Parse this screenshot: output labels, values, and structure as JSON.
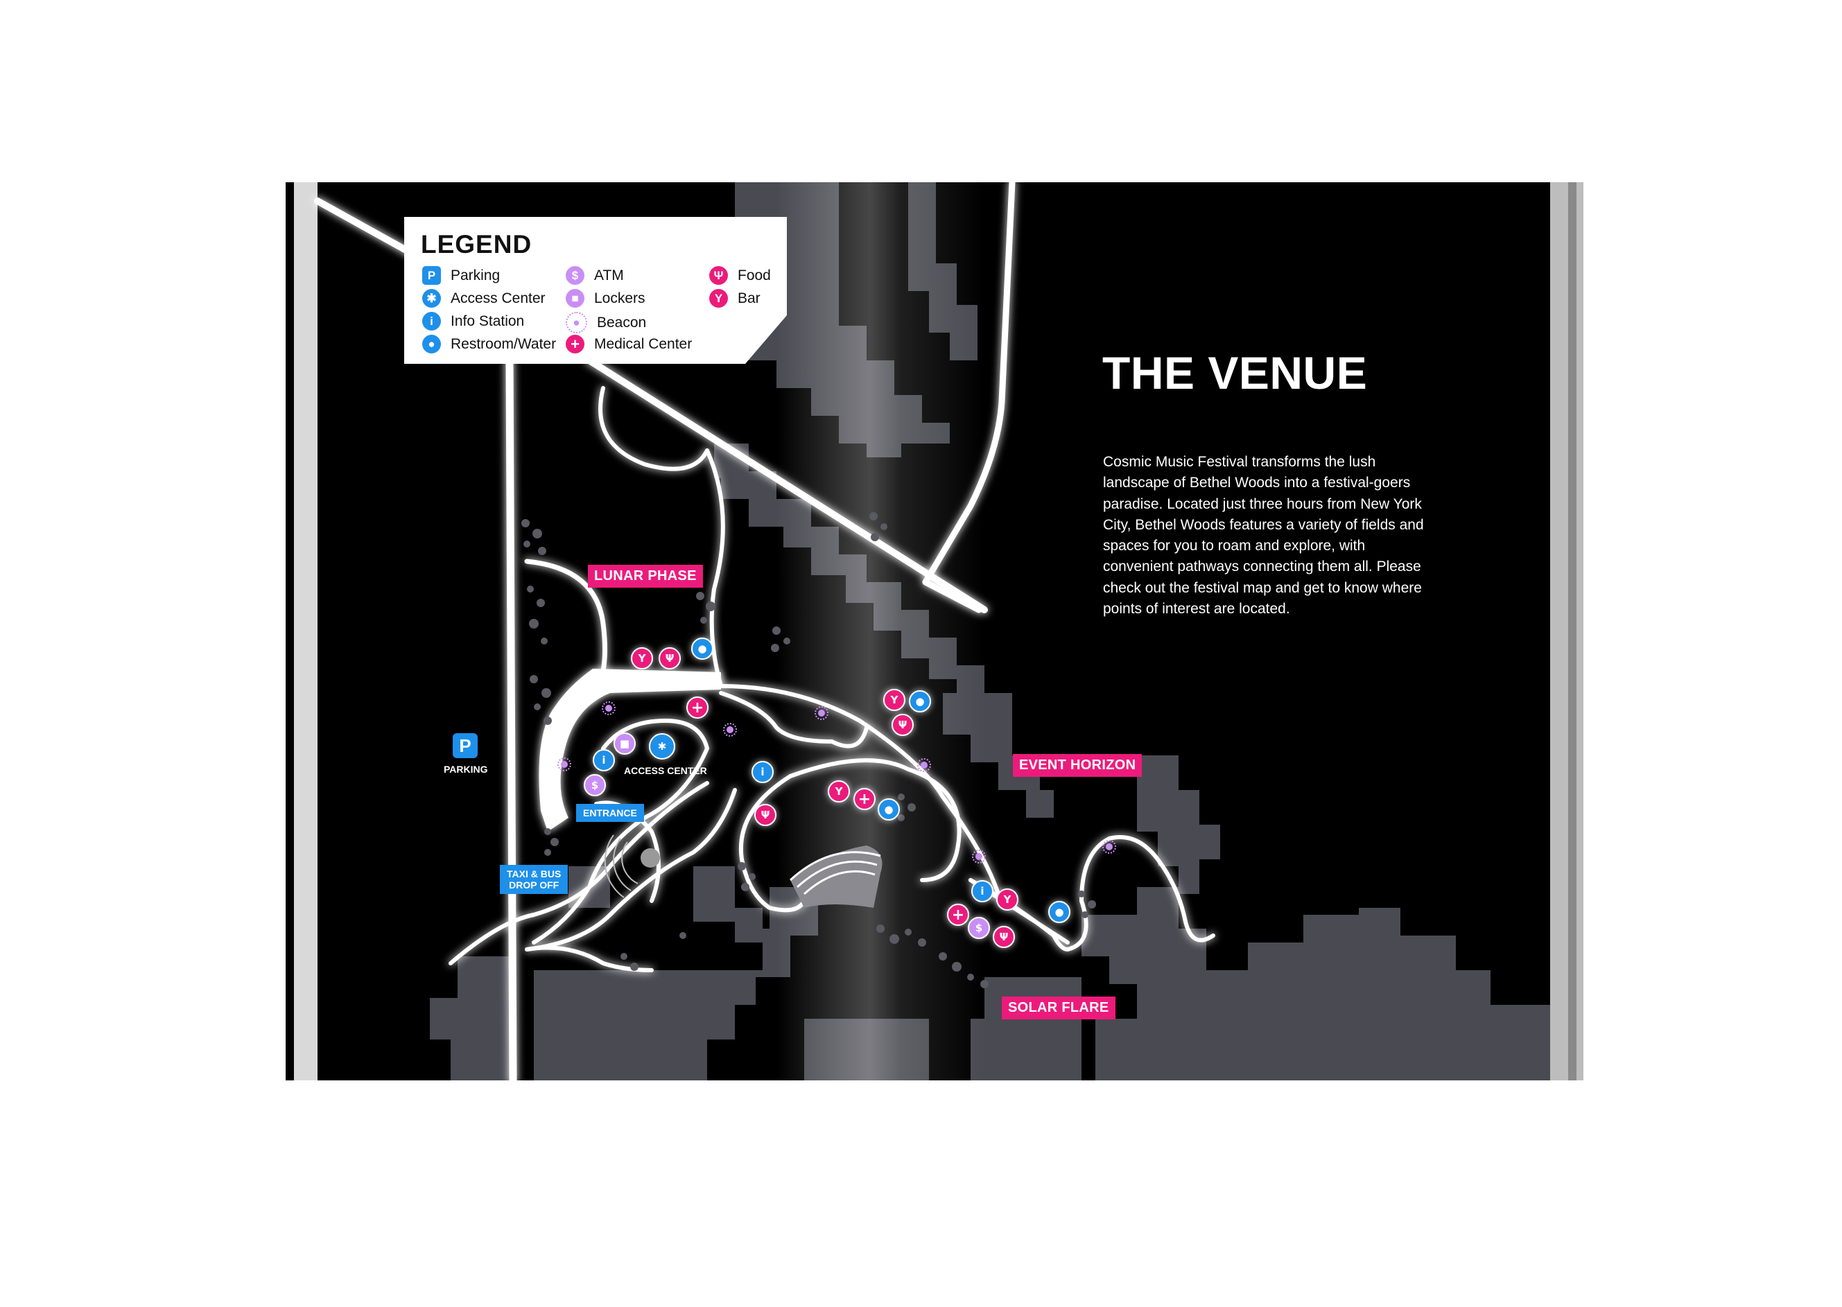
{
  "legend": {
    "title": "LEGEND",
    "items": [
      {
        "label": "Parking",
        "icon": "parking-icon",
        "color": "#1e90ea",
        "glyph": "P"
      },
      {
        "label": "Access Center",
        "icon": "accessibility-icon",
        "color": "#1e90ea",
        "glyph": "♿"
      },
      {
        "label": "Info Station",
        "icon": "info-icon",
        "color": "#1e90ea",
        "glyph": "i"
      },
      {
        "label": "Restroom/Water",
        "icon": "water-drop-icon",
        "color": "#1e90ea",
        "glyph": "💧"
      },
      {
        "label": "ATM",
        "icon": "atm-icon",
        "color": "#c98ef5",
        "glyph": "$"
      },
      {
        "label": "Lockers",
        "icon": "lock-icon",
        "color": "#c98ef5",
        "glyph": "🔒"
      },
      {
        "label": "Beacon",
        "icon": "beacon-icon",
        "color": "#c98ef5",
        "glyph": "●"
      },
      {
        "label": "Medical Center",
        "icon": "medical-cross-icon",
        "color": "#ec1b7b",
        "glyph": "+"
      },
      {
        "label": "Food",
        "icon": "food-icon",
        "color": "#ec1b7b",
        "glyph": "🍴"
      },
      {
        "label": "Bar",
        "icon": "cocktail-icon",
        "color": "#ec1b7b",
        "glyph": "🍸"
      }
    ]
  },
  "zones": {
    "lunar_phase": "LUNAR PHASE",
    "event_horizon": "EVENT HORIZON",
    "solar_flare": "SOLAR FLARE"
  },
  "map_labels": {
    "parking": "PARKING",
    "access_center": "ACCESS CENTER",
    "entrance": "ENTRANCE",
    "taxi_line1": "TAXI & BUS",
    "taxi_line2": "DROP OFF"
  },
  "article": {
    "title": "THE VENUE",
    "body": "Cosmic Music Festival transforms the lush landscape of Bethel Woods into a festival-goers paradise. Located just three hours from New York City, Bethel Woods features a variety of fields and spaces for you to roam and explore, with convenient pathways connecting them all. Please check out the festival map and get to know where points of interest are located."
  },
  "colors": {
    "blue": "#1e90ea",
    "pink": "#ec1b7b",
    "purple": "#c98ef5",
    "page_black": "#000000",
    "terrain": "#4a4a52"
  }
}
